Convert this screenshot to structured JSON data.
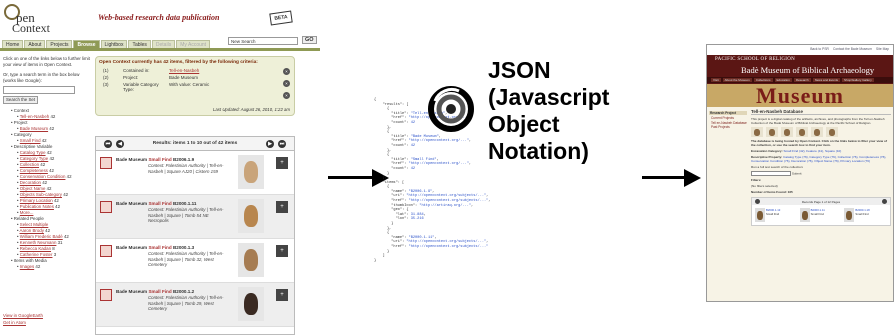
{
  "panel1": {
    "logo": {
      "line1": "pen",
      "line2": "Context"
    },
    "tagline": "Web-based research data publication",
    "beta": "BETA",
    "tabs": [
      {
        "label": "Home",
        "state": "normal"
      },
      {
        "label": "About",
        "state": "normal"
      },
      {
        "label": "Projects",
        "state": "normal"
      },
      {
        "label": "Browse",
        "state": "active"
      },
      {
        "label": "Lightbox",
        "state": "normal"
      },
      {
        "label": "Tables",
        "state": "normal"
      },
      {
        "label": "Details",
        "state": "dim"
      },
      {
        "label": "My Account",
        "state": "dim"
      }
    ],
    "search_value": "New Search",
    "go_label": "GO",
    "sidebar": {
      "intro": "Click on one of the links below to further limit your view of items in Open Context.",
      "hint": "Or, type a search term in the box below (works like Google):",
      "search_button": "Search the Set",
      "lines": [
        {
          "t": "Context",
          "c": "",
          "lvl": 1
        },
        {
          "t": "Tell-en-Nasbeh",
          "c": " 42",
          "lvl": 2,
          "link": true
        },
        {
          "t": "Project",
          "c": "",
          "lvl": 1
        },
        {
          "t": "Bade Museum",
          "c": " 42",
          "lvl": 2,
          "link": true
        },
        {
          "t": "Category",
          "c": "",
          "lvl": 1
        },
        {
          "t": "Small Find",
          "c": " 42",
          "lvl": 2,
          "link": true
        },
        {
          "t": "Descriptive Variable",
          "c": "",
          "lvl": 1
        },
        {
          "t": "Catalog Type",
          "c": " 42",
          "lvl": 2,
          "link": true
        },
        {
          "t": "Category Type",
          "c": " 42",
          "lvl": 2,
          "link": true
        },
        {
          "t": "Collection",
          "c": " 42",
          "lvl": 2,
          "link": true
        },
        {
          "t": "Completeness",
          "c": " 42",
          "lvl": 2,
          "link": true
        },
        {
          "t": "Conservation Condition",
          "c": " 42",
          "lvl": 2,
          "link": true
        },
        {
          "t": "Decoration",
          "c": " 42",
          "lvl": 2,
          "link": true
        },
        {
          "t": "Object Name",
          "c": " 42",
          "lvl": 2,
          "link": true
        },
        {
          "t": "Objects Sub-category",
          "c": " 42",
          "lvl": 2,
          "link": true
        },
        {
          "t": "Primary Location",
          "c": " 42",
          "lvl": 2,
          "link": true
        },
        {
          "t": "Publication Notes",
          "c": " 42",
          "lvl": 2,
          "link": true
        },
        {
          "t": "More...",
          "c": "",
          "lvl": 2,
          "link": true
        },
        {
          "t": "Related People",
          "c": "",
          "lvl": 1
        },
        {
          "t": "Select Multiple",
          "c": "",
          "lvl": 2,
          "link": true
        },
        {
          "t": "Aaron Brody",
          "c": " 42",
          "lvl": 2,
          "link": true
        },
        {
          "t": "William Frederic Badè",
          "c": " 42",
          "lvl": 2,
          "link": true
        },
        {
          "t": "Kenneth Neumann",
          "c": " 31",
          "lvl": 2,
          "link": true
        },
        {
          "t": "Rebecca Kadan",
          "c": " 8",
          "lvl": 2,
          "link": true
        },
        {
          "t": "Catherine Foster",
          "c": " 3",
          "lvl": 2,
          "link": true
        },
        {
          "t": "Items with Media",
          "c": "",
          "lvl": 1
        },
        {
          "t": "Images",
          "c": " 42",
          "lvl": 2,
          "link": true
        }
      ],
      "footer1": "View in GoogleEarth",
      "footer2": "Get in Atom"
    },
    "criteria": {
      "head": "Open Context currently has 42 items, filtered by the following criteria:",
      "rows": [
        {
          "n": "(1)",
          "k": "Contained in:",
          "v": "Tell-en-Nasbeh",
          "link": true
        },
        {
          "n": "(2)",
          "k": "Project:",
          "v": "Bade Museum",
          "link": false
        },
        {
          "n": "(3)",
          "k": "Variable Category Type:",
          "v": "With value: Ceramic",
          "link": false
        }
      ],
      "updated": "Last Updated: August 26, 2010, 1:22 am"
    },
    "results": {
      "label": "Results: items 1 to 10 out of 42 items",
      "items": [
        {
          "ttl_a": "Bade Museum",
          "ttl_b": "Small Find",
          "id": "B2006.1.9",
          "ctx": "Context: Palestinian Authority | Tell-en-Nasbeh | Square AJ20 | Cistern 159",
          "pot": "#c9a47a"
        },
        {
          "ttl_a": "Bade Museum",
          "ttl_b": "Small Find",
          "id": "B2000.1.11",
          "ctx": "Context: Palestinian Authority | Tell-en-Nasbeh | Square | Tomb 54 NE Necropolis",
          "pot": "#b8864e"
        },
        {
          "ttl_a": "Bade Museum",
          "ttl_b": "Small Find",
          "id": "B2000.1.3",
          "ctx": "Context: Palestinian Authority | Tell-en-Nasbeh | Square | Tomb 32, West Cemetery",
          "pot": "#a67c52"
        },
        {
          "ttl_a": "Bade Museum",
          "ttl_b": "Small Find",
          "id": "B2000.1.2",
          "ctx": "Context: Palestinian Authority | Tell-en-Nasbeh | Square | Tomb 29, West Cemetery",
          "pot": "#3a2a22"
        }
      ]
    }
  },
  "panel2": {
    "title_lines": [
      "JSON",
      "(Javascript",
      "Object",
      "Notation)"
    ]
  },
  "panel3": {
    "toplinks": [
      "Back to PSR",
      "Contact the Bade Museum",
      "Site Map"
    ],
    "school": "PACIFIC SCHOOL OF RELIGION",
    "museum_name": "Badè Museum of Biblical Archaeology",
    "nav": [
      "Visit",
      "About the Museum",
      "Collections",
      "Education",
      "Research",
      "News and Events",
      "Shop/Gallery Gallery"
    ],
    "banner_word": "Museum",
    "sidebar": [
      {
        "t": "Research Project",
        "h": true
      },
      {
        "t": "Current Projects",
        "h": false
      },
      {
        "t": "Tell en-Nasbeh Database",
        "h": false
      },
      {
        "t": "Past Projects",
        "h": false
      }
    ],
    "heading": "Tell-en-Nasbeh Database",
    "p1": "This project is a digital catalog of the artifacts, archives, and photographs from the Tell en-Nasbeh Collection of the Badè Museum of Biblical Archaeology at the Pacific School of Religion.",
    "p2": "The database is being hosted by Open Context. Click on the links below to filter your view of the collection, or use the search box to find your item.",
    "p3a": "Excavation Category:",
    "p3b": "Small Find (42), Feature (41), Square (10)",
    "p4a": "Descriptive Property:",
    "p4b": "Catalog Type (76), Category Type (76), Collection (76), Completeness (76), Conservation Condition (76), Decoration (76), Object Name (76), Primary Location (76)",
    "search_label": "Run a full text search of the collection:",
    "search_btn": "Submit",
    "filters_label": "Filters:",
    "filters_none": "(No filters selected)",
    "count_label": "Number of Items Found: 165",
    "pager": "Records Page 1 of 12 Pages",
    "grid": [
      {
        "id": "B2000.1.13",
        "sub": "Small Find"
      },
      {
        "id": "B2000.1.11",
        "sub": "Small Find"
      },
      {
        "id": "B2000.1.18",
        "sub": "Small Find"
      }
    ]
  }
}
